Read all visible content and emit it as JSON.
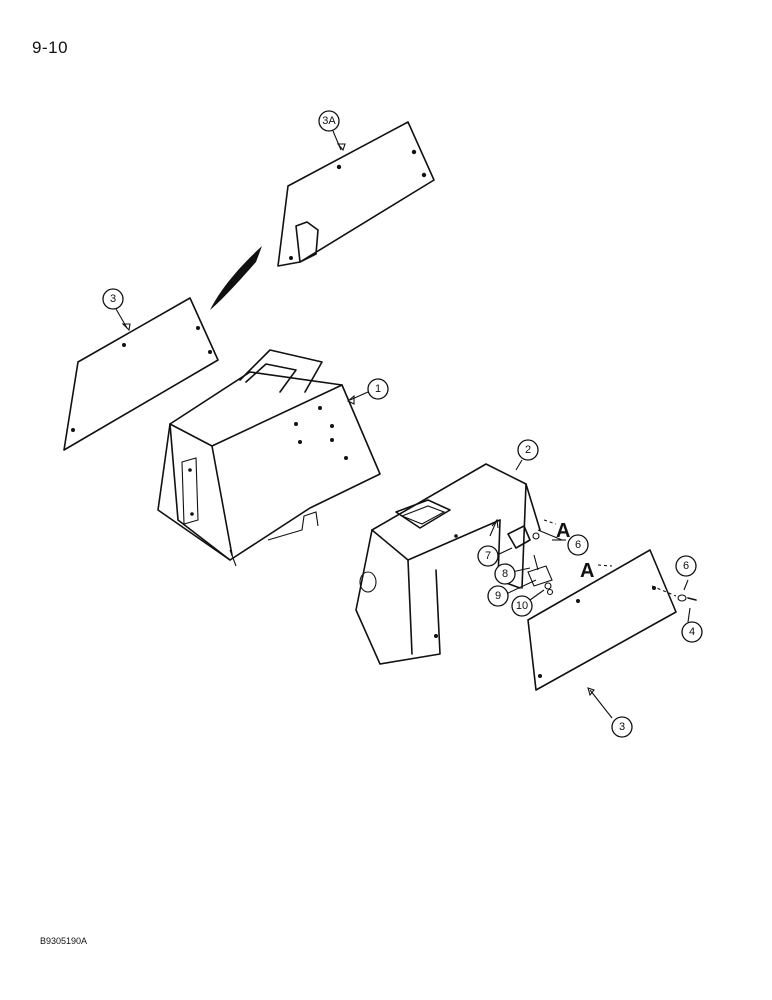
{
  "page": {
    "number": "9-10",
    "doc_code": "B9305190A"
  },
  "callouts": {
    "c1": "1",
    "c2": "2",
    "c3_left": "3",
    "c3a": "3A",
    "c3_right": "3",
    "c4": "4",
    "c6_top": "6",
    "c6_right": "6",
    "c7": "7",
    "c8": "8",
    "c9": "9",
    "c10": "10"
  },
  "view_markers": {
    "marker_1": "A",
    "marker_2": "A"
  },
  "colors": {
    "ink": "#111111",
    "paper": "#ffffff"
  }
}
